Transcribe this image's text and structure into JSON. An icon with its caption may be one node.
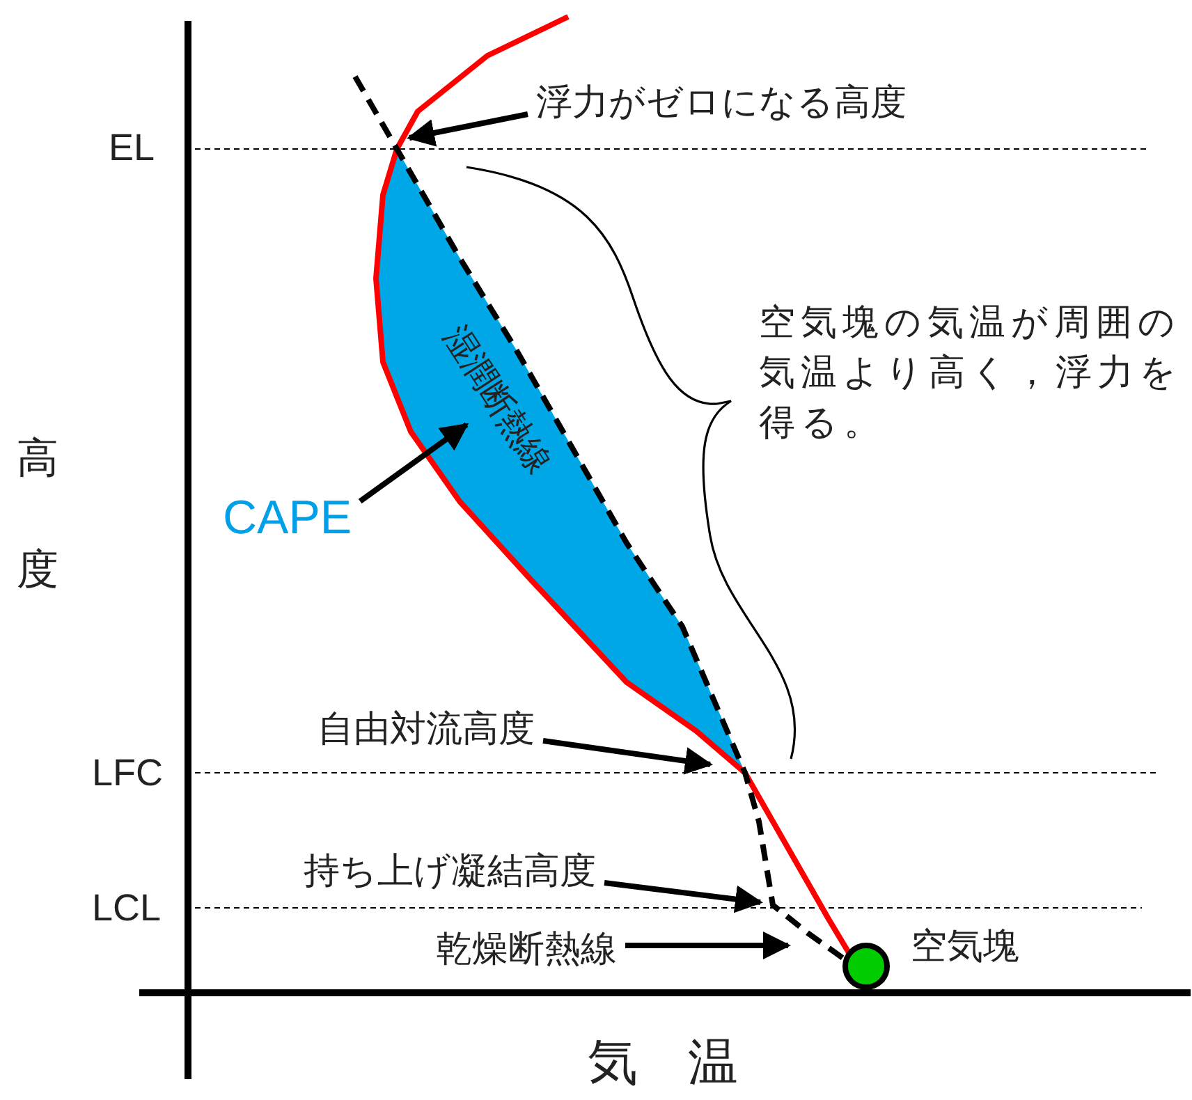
{
  "diagram": {
    "nodes": [
      {
        "text": [
          "浮力がゼロになる高度"
        ]
      },
      {
        "text": [
          "CAPE"
        ]
      },
      {
        "text": [
          "自由対流高度"
        ]
      },
      {
        "text": [
          "持ち上げ凝結高度"
        ]
      },
      {
        "text": [
          "乾燥断熱線"
        ]
      },
      {
        "text": [],
        "shape": "area"
      }
    ],
    "edges": [
      {
        "from": 0,
        "to": 5,
        "arrow": "to"
      },
      {
        "from": 1,
        "to": 5,
        "arrow": "to"
      },
      {
        "from": 2,
        "to": 5,
        "arrow": "to"
      },
      {
        "from": 3,
        "to": null,
        "arrow": "to"
      },
      {
        "from": 4,
        "to": null,
        "arrow": "to"
      }
    ],
    "labels": [
      "EL",
      "湿潤断熱線",
      "空気塊の気温が周囲の気温より高く，浮力を得る。",
      "高度",
      "LFC",
      "LCL",
      "空気塊",
      "気温"
    ]
  }
}
